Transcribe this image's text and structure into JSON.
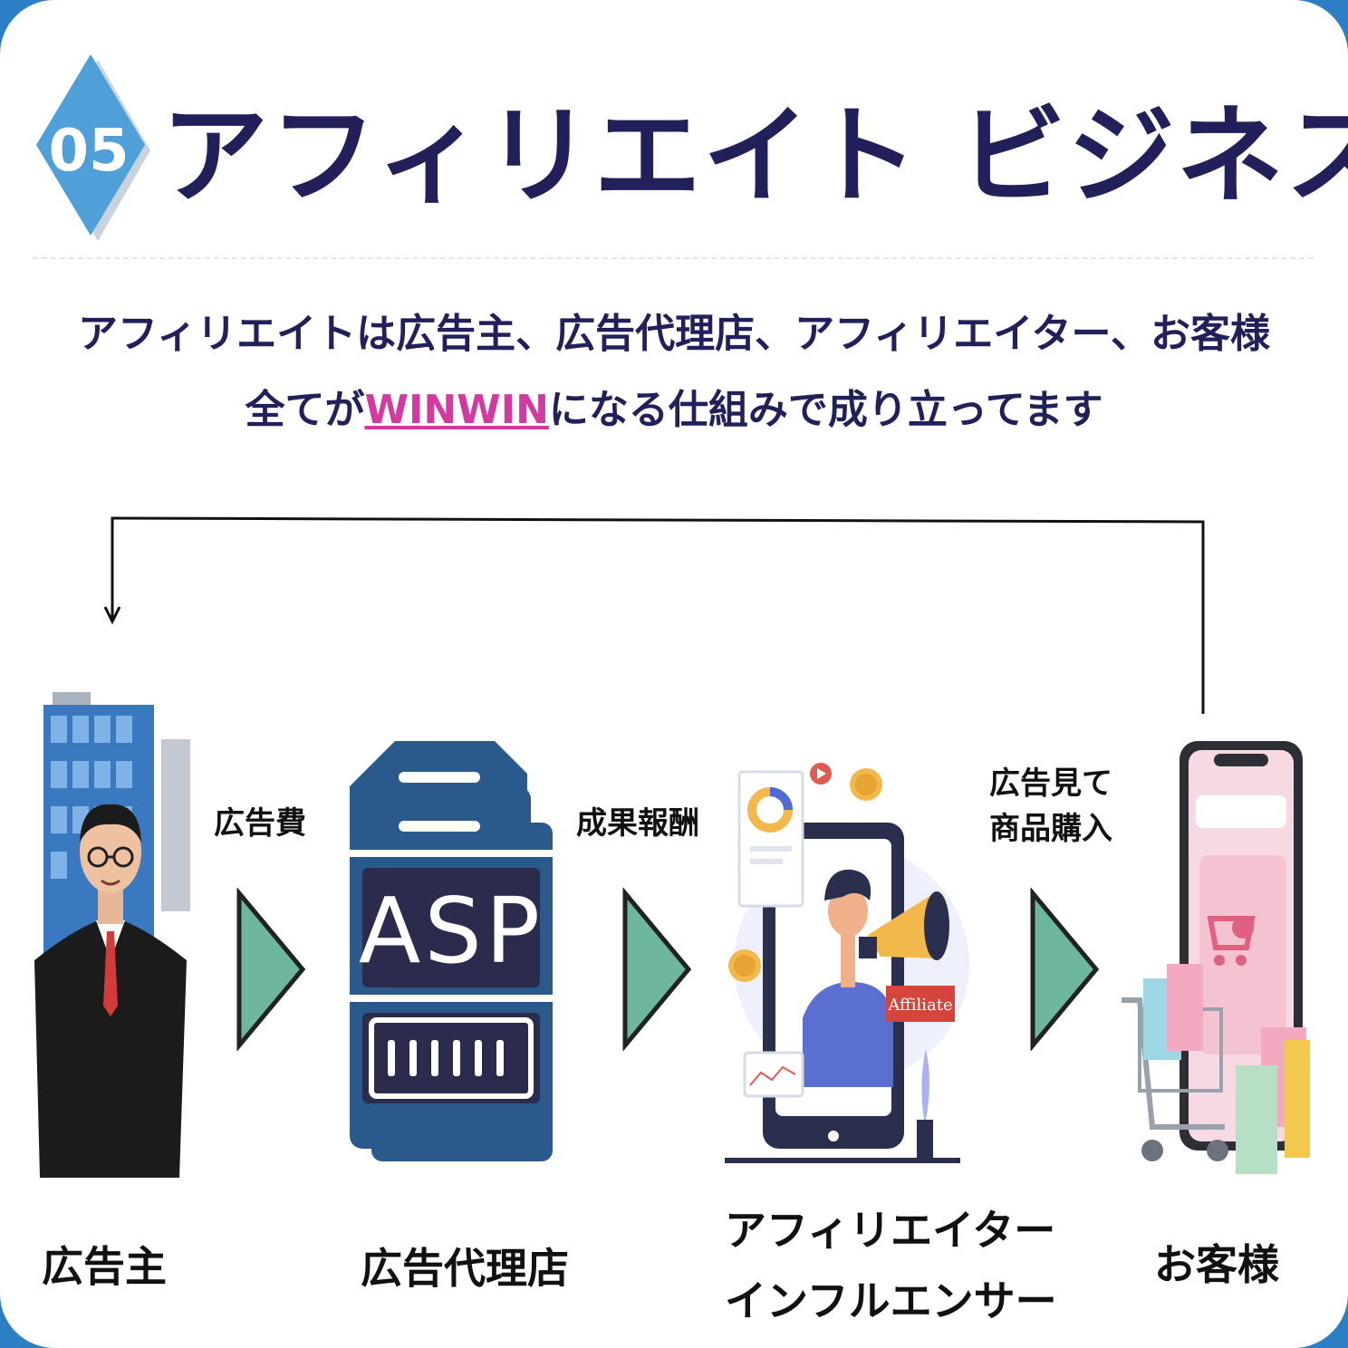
{
  "colors": {
    "title": "#22205a",
    "accent_badge": "#4f9fd8",
    "highlight": "#d23aa0",
    "arrow_fill": "#6fb6a0",
    "frame_blue": "#2c7fc4",
    "asp_blue": "#2a5a8c",
    "asp_dark": "#2b2b4d"
  },
  "header": {
    "number": "05",
    "title": "アフィリエイト ビジネスモデル"
  },
  "intro": {
    "line1": "アフィリエイトは広告主、広告代理店、アフィリエイター、お客様",
    "line2_before": "全てが",
    "line2_highlight": "WINWIN",
    "line2_after": "になる仕組みで成り立ってます"
  },
  "nodes": [
    {
      "id": "advertiser",
      "label": "広告主",
      "icon": "businessman-building-icon"
    },
    {
      "id": "agency",
      "label": "広告代理店",
      "icon": "asp-document-icon",
      "icon_text": "ASP"
    },
    {
      "id": "affiliate",
      "label_line1": "アフィリエイター",
      "label_line2": "インフルエンサー",
      "icon": "megaphone-influencer-icon",
      "icon_text": "Affiliate"
    },
    {
      "id": "customer",
      "label": "お客様",
      "icon": "smartphone-shopping-icon"
    }
  ],
  "edges": [
    {
      "from": "advertiser",
      "to": "agency",
      "label": "広告費"
    },
    {
      "from": "agency",
      "to": "affiliate",
      "label": "成果報酬"
    },
    {
      "from": "affiliate",
      "to": "customer",
      "label_line1": "広告見て",
      "label_line2": "商品購入"
    },
    {
      "from": "customer",
      "to": "advertiser",
      "label": ""
    }
  ]
}
